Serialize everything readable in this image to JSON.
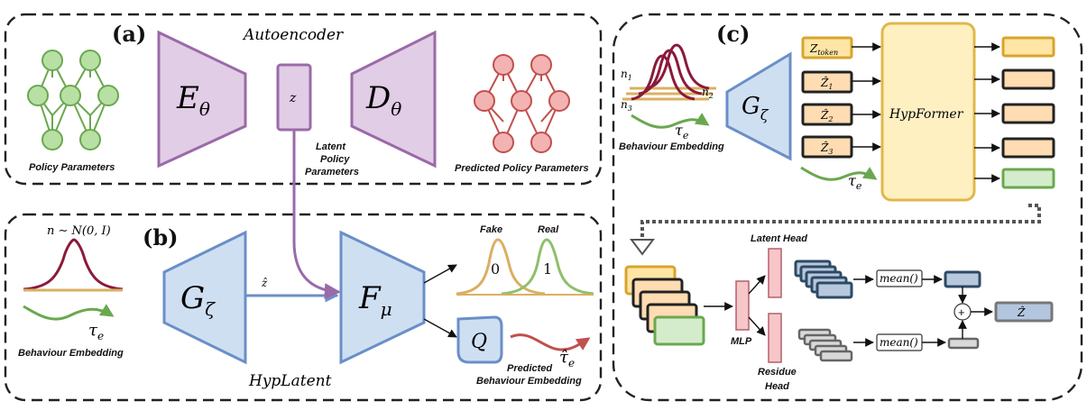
{
  "panel_a": {
    "tag": "(a)",
    "title": "Autoencoder",
    "encoder_symbol": "E",
    "encoder_sub": "θ",
    "latent_symbol": "z",
    "decoder_symbol": "D",
    "decoder_sub": "θ",
    "policy_params_label": "Policy Parameters",
    "latent_label_1": "Latent",
    "latent_label_2": "Policy",
    "latent_label_3": "Parameters",
    "predicted_params_label": "Predicted Policy Parameters"
  },
  "panel_b": {
    "tag": "(b)",
    "noise_label": "n ∼ N(0, I)",
    "tau_label": "τ",
    "tau_sub": "e",
    "behaviour_embedding_label": "Behaviour Embedding",
    "generator_symbol": "G",
    "generator_sub": "ζ",
    "zhat_label": "ẑ",
    "discriminator_symbol": "F",
    "discriminator_sub": "μ",
    "fake_label": "Fake",
    "real_label": "Real",
    "fake_value": "0",
    "real_value": "1",
    "q_symbol": "Q",
    "tau_hat_label": "τ̂",
    "tau_hat_sub": "e",
    "predicted_label_1": "Predicted",
    "predicted_label_2": "Behaviour Embedding",
    "bottom_title": "HypLatent"
  },
  "panel_c": {
    "tag": "(c)",
    "n1": "n",
    "n1_sub": "1",
    "n2": "n",
    "n2_sub": "2",
    "n3": "n",
    "n3_sub": "3",
    "tau_label": "τ",
    "tau_sub": "e",
    "behaviour_embedding_label": "Behaviour Embedding",
    "generator_symbol": "G",
    "generator_sub": "ζ",
    "token_main": "Z",
    "token_sub": "token",
    "z1": "Ẑ",
    "z1_sub": "1",
    "z2": "Ẑ",
    "z2_sub": "2",
    "z3": "Ẑ",
    "z3_sub": "3",
    "tau2_label": "τ",
    "tau2_sub": "e",
    "hypformer_label": "HypFormer",
    "latent_head_label": "Latent Head",
    "mlp_label": "MLP",
    "residue_head_1": "Residue",
    "residue_head_2": "Head",
    "mean_1": "mean()",
    "mean_2": "mean()",
    "plus": "+",
    "output_label": "Ẑ"
  }
}
